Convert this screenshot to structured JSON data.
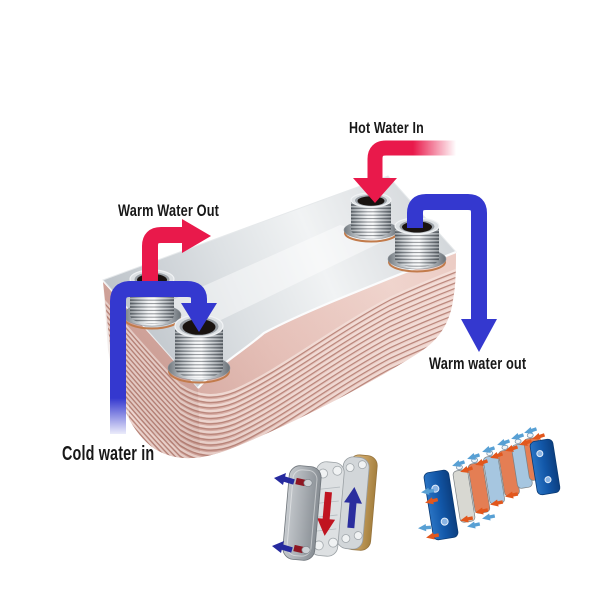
{
  "image": {
    "type": "annotated-product-diagram",
    "subject": "Brazed plate heat exchanger with water flow arrows",
    "background": "#ffffff"
  },
  "labels": {
    "hot_water_in": "Hot Water In",
    "warm_water_out": "Warm Water Out",
    "warm_water_out_right": "Warm water out",
    "cold_water_in": "Cold water in"
  },
  "colors": {
    "hot_arrow": "#e9194b",
    "cold_arrow": "#3438cf",
    "label_text": "#181818",
    "copper_plates": "#e7c1ba",
    "stainless_top": "#e8ebed",
    "port_metal": "#c8ccd0",
    "braze_ring_copper": "#c27b4b",
    "inset_end_plate_blue": "#1257a8",
    "inset_back_block_tan": "#c9a264",
    "inset_hot_arrow": "#e2571d",
    "inset_cold_arrow": "#58a0d4",
    "inset_plate_red_arrow": "#c01420",
    "inset_plate_blue_arrow": "#2a2d9e"
  },
  "arrows": [
    {
      "name": "hot-water-in",
      "color": "#e9194b"
    },
    {
      "name": "warm-water-out",
      "color": "#e9194b"
    },
    {
      "name": "cold-water-in",
      "color": "#3438cf"
    },
    {
      "name": "warm-water-out-right",
      "color": "#3438cf"
    }
  ],
  "insets": [
    {
      "name": "brazed-plate-exploded-view",
      "plates": 4
    },
    {
      "name": "gasketed-plate-exploded-view",
      "plates": 8
    }
  ]
}
